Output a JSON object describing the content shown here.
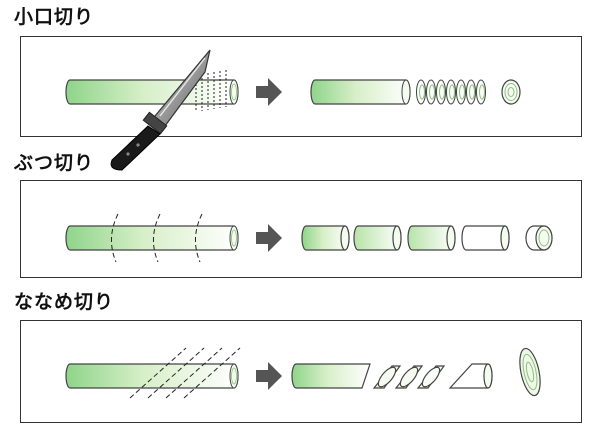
{
  "sections": [
    {
      "title": "小口切り"
    },
    {
      "title": "ぶつ切り"
    },
    {
      "title": "ななめ切り"
    }
  ],
  "colors": {
    "green_light": "#e9f6df",
    "green_deep": "#8fd48a",
    "outline": "#444444",
    "arrow": "#555555",
    "knife_handle": "#1a1a1a",
    "knife_blade": "#9a9a9a"
  },
  "icons": [
    "kitchen-knife-icon",
    "right-arrow-icon"
  ]
}
